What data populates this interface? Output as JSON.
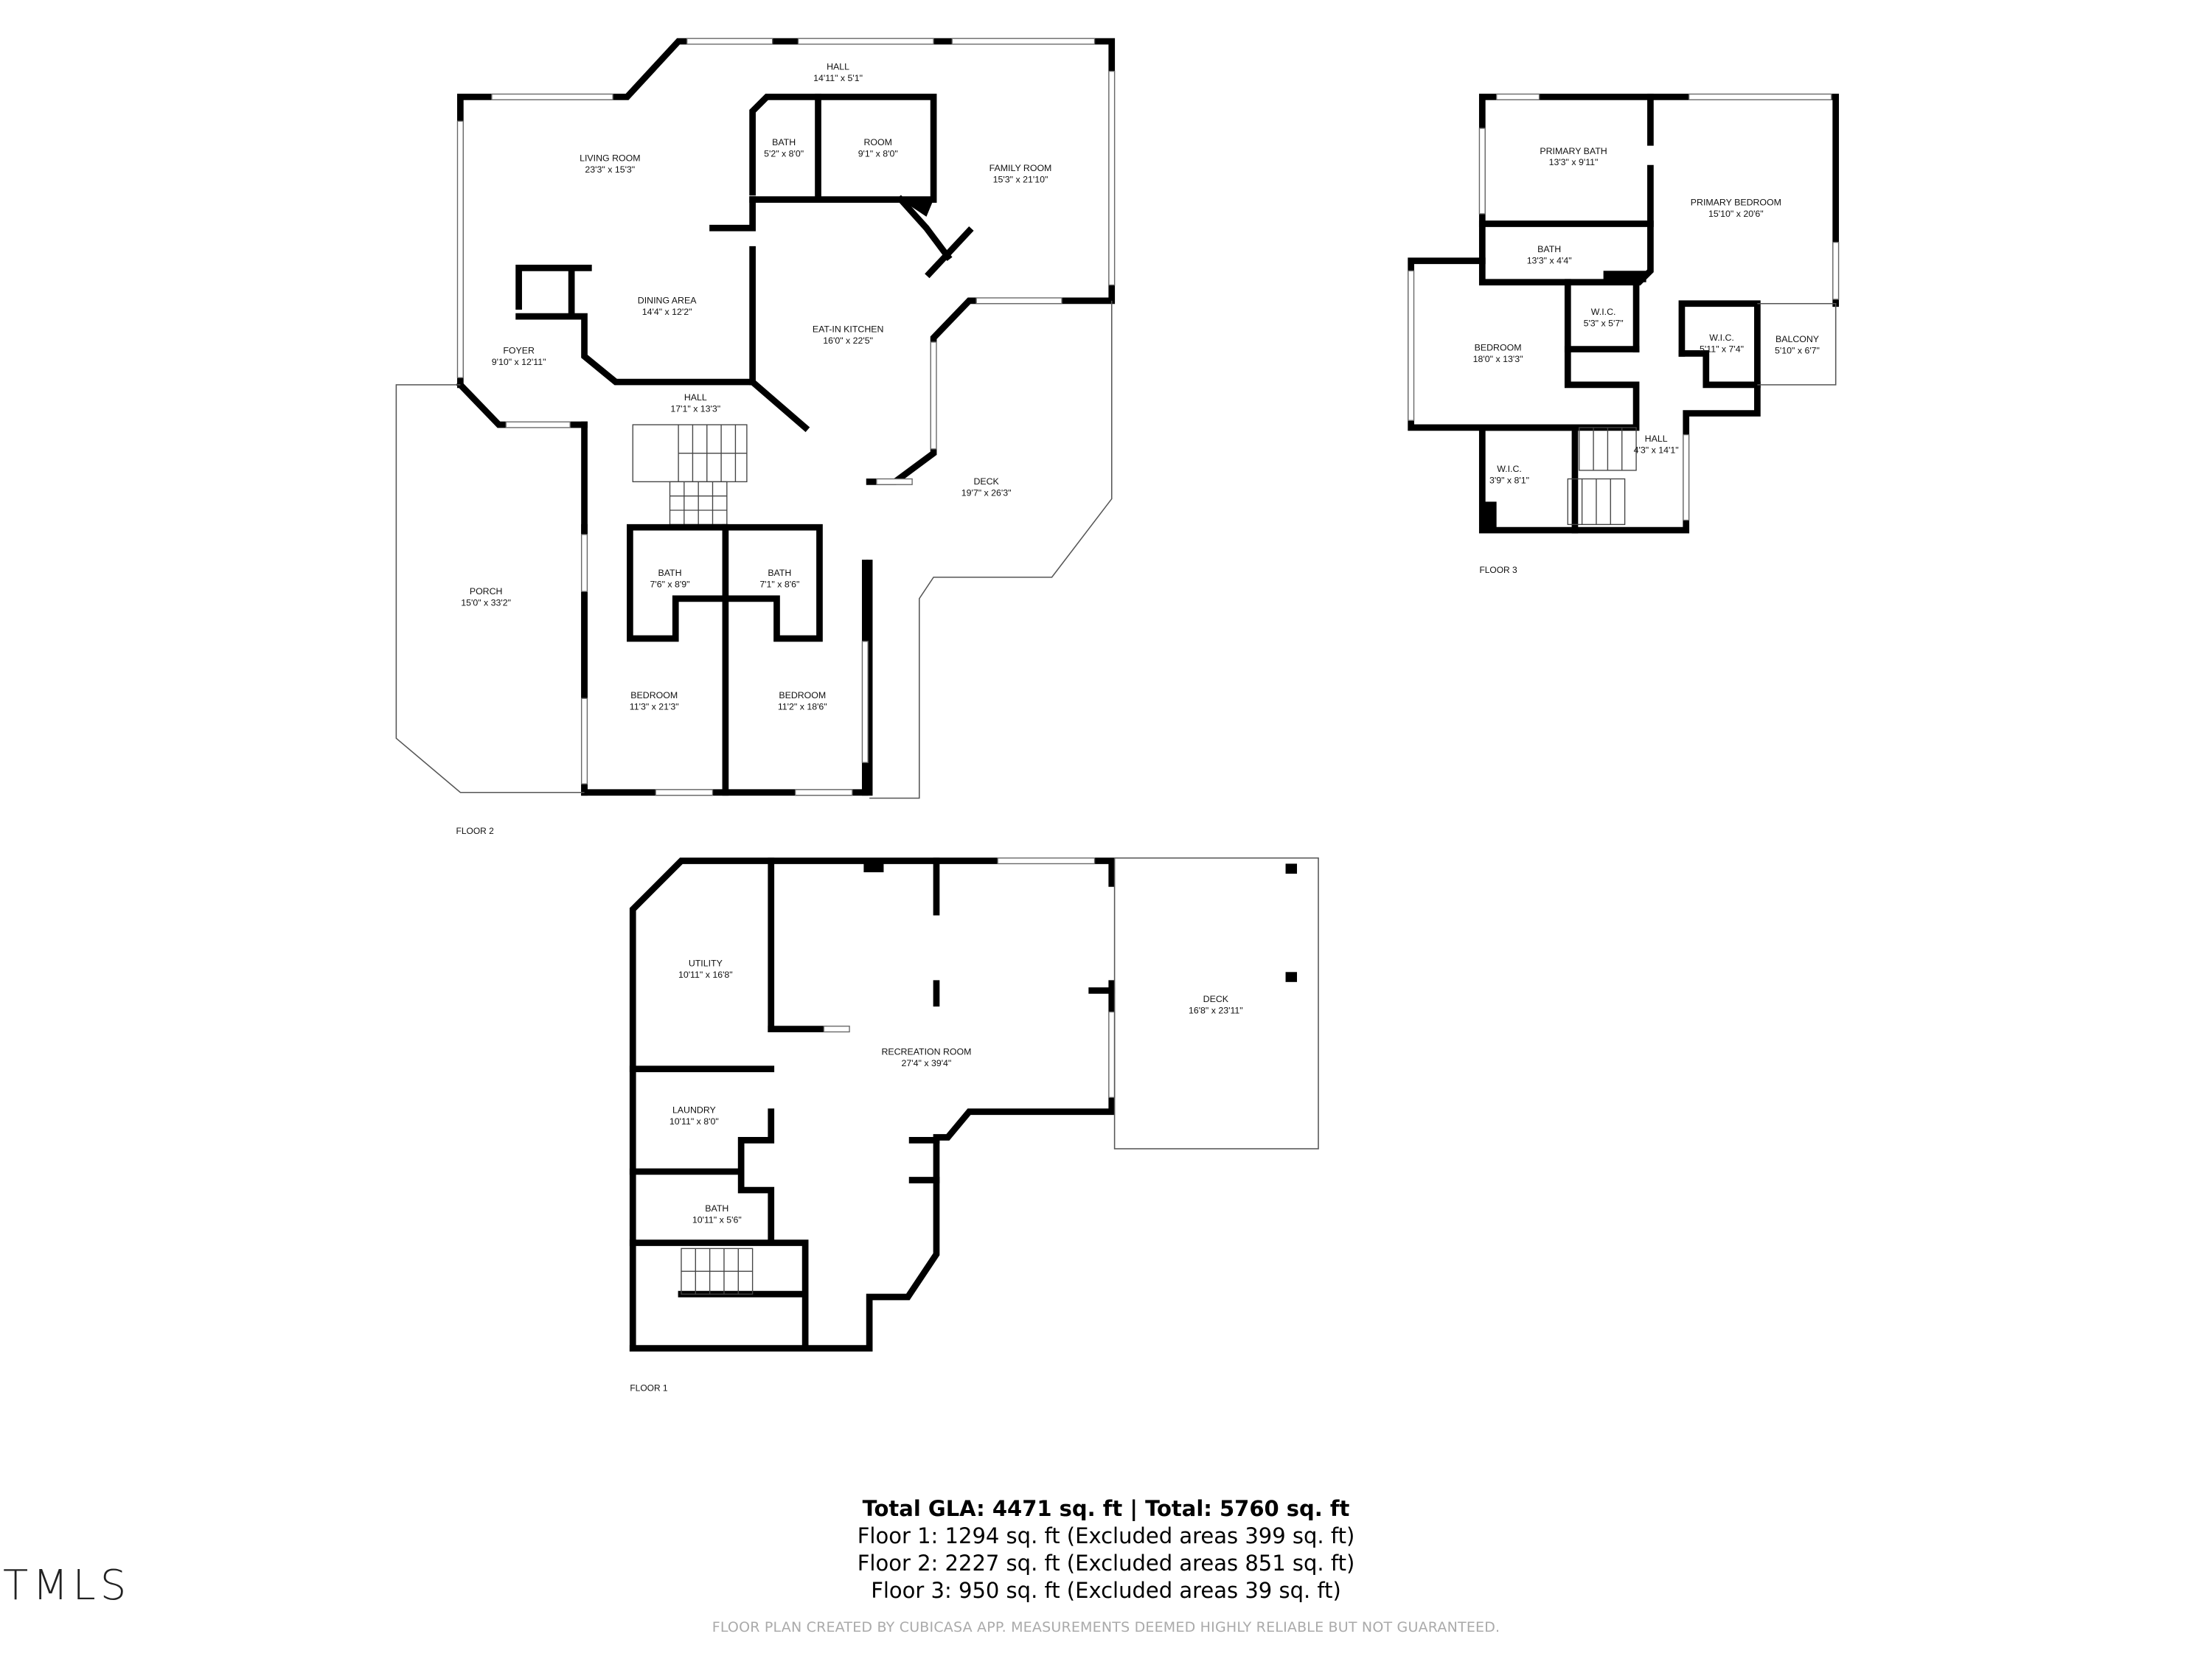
{
  "floor2": {
    "label": "FLOOR 2",
    "rooms": [
      {
        "name": "HALL",
        "dim": "14'11\" x 5'1\""
      },
      {
        "name": "LIVING ROOM",
        "dim": "23'3\" x 15'3\""
      },
      {
        "name": "BATH",
        "dim": "5'2\" x 8'0\""
      },
      {
        "name": "ROOM",
        "dim": "9'1\" x 8'0\""
      },
      {
        "name": "FAMILY ROOM",
        "dim": "15'3\" x 21'10\""
      },
      {
        "name": "DINING AREA",
        "dim": "14'4\" x 12'2\""
      },
      {
        "name": "FOYER",
        "dim": "9'10\" x 12'11\""
      },
      {
        "name": "EAT-IN KITCHEN",
        "dim": "16'0\" x 22'5\""
      },
      {
        "name": "HALL",
        "dim": "17'1\" x 13'3\""
      },
      {
        "name": "DECK",
        "dim": "19'7\" x 26'3\""
      },
      {
        "name": "PORCH",
        "dim": "15'0\" x 33'2\""
      },
      {
        "name": "BATH",
        "dim": "7'6\" x 8'9\""
      },
      {
        "name": "BATH",
        "dim": "7'1\" x 8'6\""
      },
      {
        "name": "BEDROOM",
        "dim": "11'3\" x 21'3\""
      },
      {
        "name": "BEDROOM",
        "dim": "11'2\" x 18'6\""
      }
    ]
  },
  "floor3": {
    "label": "FLOOR 3",
    "rooms": [
      {
        "name": "PRIMARY BATH",
        "dim": "13'3\" x 9'11\""
      },
      {
        "name": "PRIMARY BEDROOM",
        "dim": "15'10\" x 20'6\""
      },
      {
        "name": "BATH",
        "dim": "13'3\" x 4'4\""
      },
      {
        "name": "W.I.C.",
        "dim": "5'3\" x 5'7\""
      },
      {
        "name": "BEDROOM",
        "dim": "18'0\" x 13'3\""
      },
      {
        "name": "W.I.C.",
        "dim": "5'11\" x 7'4\""
      },
      {
        "name": "BALCONY",
        "dim": "5'10\" x 6'7\""
      },
      {
        "name": "HALL",
        "dim": "4'3\" x 14'1\""
      },
      {
        "name": "W.I.C.",
        "dim": "3'9\" x 8'1\""
      }
    ]
  },
  "floor1": {
    "label": "FLOOR 1",
    "rooms": [
      {
        "name": "UTILITY",
        "dim": "10'11\" x 16'8\""
      },
      {
        "name": "RECREATION ROOM",
        "dim": "27'4\" x 39'4\""
      },
      {
        "name": "DECK",
        "dim": "16'8\" x 23'11\""
      },
      {
        "name": "LAUNDRY",
        "dim": "10'11\" x 8'0\""
      },
      {
        "name": "BATH",
        "dim": "10'11\" x 5'6\""
      }
    ]
  },
  "summary": {
    "total": "Total GLA: 4471 sq. ft | Total: 5760 sq. ft",
    "floor1": "Floor 1: 1294 sq. ft (Excluded areas 399 sq. ft)",
    "floor2": "Floor 2: 2227 sq. ft (Excluded areas 851 sq. ft)",
    "floor3": "Floor 3: 950 sq. ft (Excluded areas 39 sq. ft)"
  },
  "disclaimer": "FLOOR PLAN CREATED BY CUBICASA APP. MEASUREMENTS DEEMED HIGHLY RELIABLE BUT NOT GUARANTEED.",
  "logo": "TMLS"
}
